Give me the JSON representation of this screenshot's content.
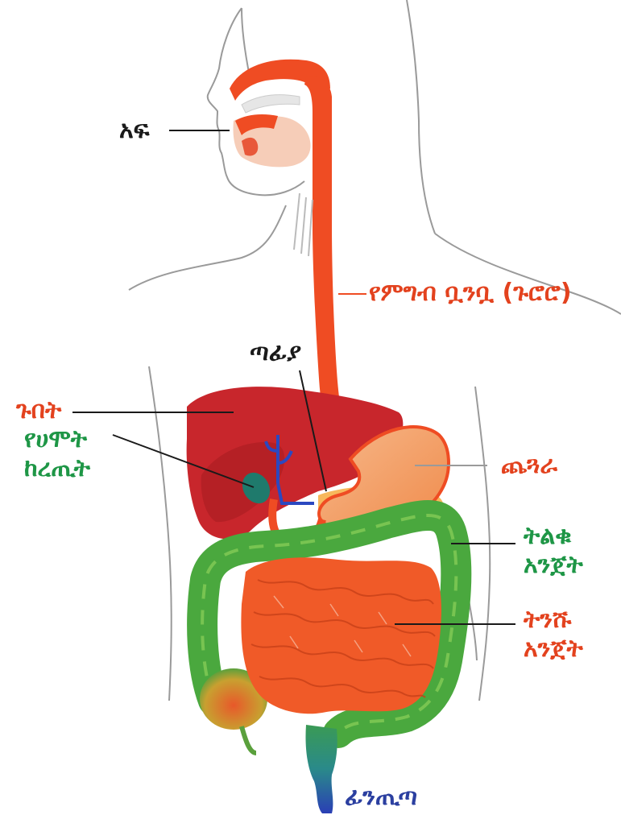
{
  "labels": {
    "mouth": "አፍ",
    "esophagus": "የምግብ ቧንቧ (ጉሮሮ)",
    "pancreas": "ጣፊያ",
    "liver": "ጉበት",
    "gallbladder": [
      "የሀሞት",
      "ከረጢት"
    ],
    "stomach": "ጨጓራ",
    "large_intestine": [
      "ትልቁ",
      "አንጀት"
    ],
    "small_intestine": [
      "ትንሹ",
      "አንጀት"
    ],
    "anus": "ፊንጢጣ"
  },
  "colors": {
    "black_label": "#1a1a1a",
    "red_label": "#e3421e",
    "green_label": "#1e9646",
    "blue_label": "#2b3fa0",
    "liver": "#c8262c",
    "liver_shadow": "#a81c22",
    "esophagus": "#ef4c23",
    "stomach": "#f3a56a",
    "small_intestine": "#f05a28",
    "large_intestine": "#4aa83e",
    "rectum_start": "#2f9a78",
    "rectum_end": "#2a3fb5",
    "gallbladder": "#1f7a6c",
    "bile_duct": "#2b48c0",
    "pancreas": "#f6b04a",
    "outline": "#9a9a9a"
  }
}
